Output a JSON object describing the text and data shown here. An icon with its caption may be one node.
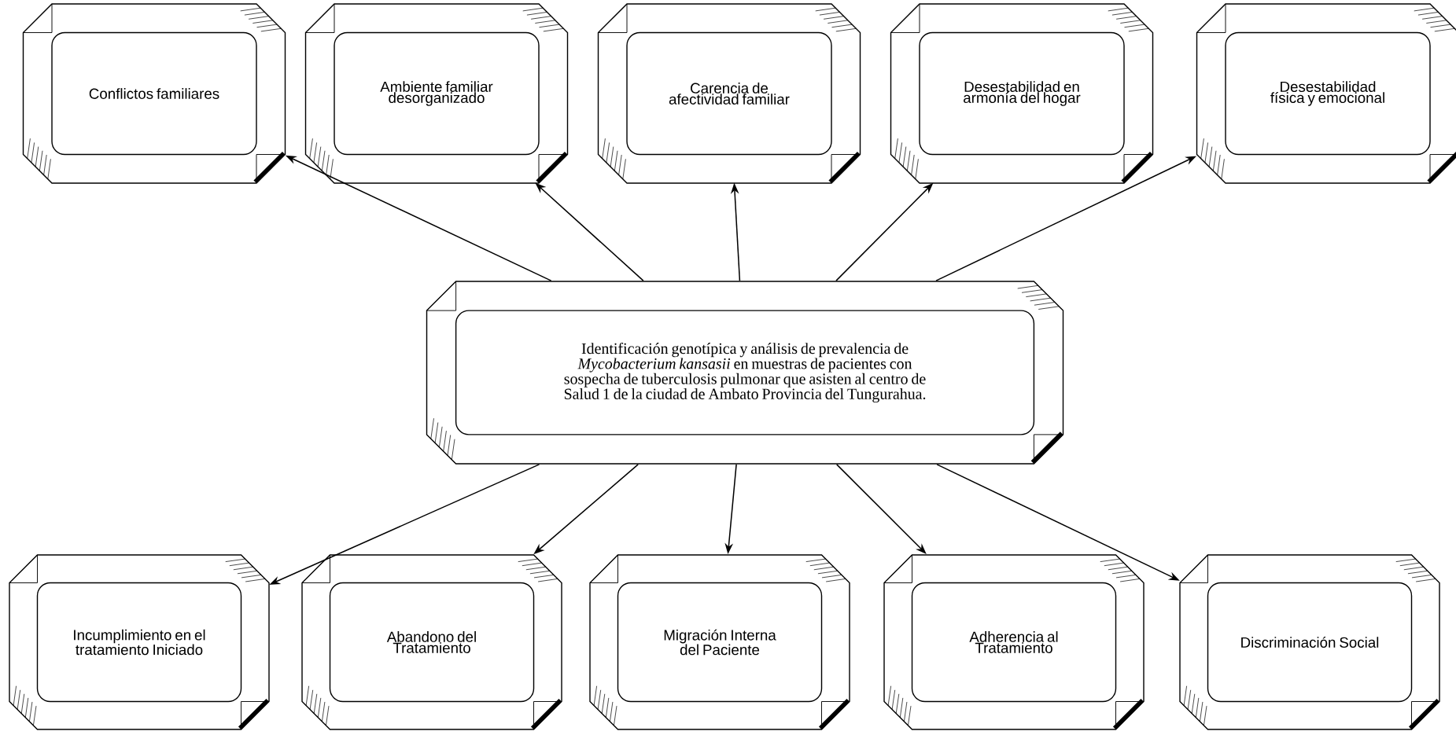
{
  "diagram": {
    "nodes": [
      {
        "text": [
          "Conflictos familiares"
        ]
      },
      {
        "text": [
          "Ambiente familiar desorganizado"
        ]
      },
      {
        "text": [
          "Carencia de afectividad familiar"
        ]
      },
      {
        "text": [
          "Desestabilidad en armonía del hogar"
        ]
      },
      {
        "text": [
          "Desestabilidad física y emocional"
        ]
      },
      {
        "text": [
          "Identificación genotípica y análisis de prevalencia de *Mycobacterium kansasii* en muestras de pacientes con sospecha de tuberculosis pulmonar que asisten al centro de Salud 1 de la ciudad de Ambato Provincia del Tungurahua."
        ]
      },
      {
        "text": [
          "Incumplimiento en el tratamiento Iniciado"
        ]
      },
      {
        "text": [
          "Abandono del Tratamiento"
        ]
      },
      {
        "text": [
          "Migración Interna del Paciente"
        ]
      },
      {
        "text": [
          "Adherencia al Tratamiento"
        ]
      },
      {
        "text": [
          "Discriminación Social"
        ]
      }
    ],
    "edges": [
      {
        "from": 5,
        "to": 0,
        "arrow": "to"
      },
      {
        "from": 5,
        "to": 1,
        "arrow": "to"
      },
      {
        "from": 5,
        "to": 2,
        "arrow": "to"
      },
      {
        "from": 5,
        "to": 3,
        "arrow": "to"
      },
      {
        "from": 5,
        "to": 4,
        "arrow": "to"
      },
      {
        "from": 5,
        "to": 6,
        "arrow": "to"
      },
      {
        "from": 5,
        "to": 7,
        "arrow": "to"
      },
      {
        "from": 5,
        "to": 8,
        "arrow": "to"
      },
      {
        "from": 5,
        "to": 9,
        "arrow": "to"
      },
      {
        "from": 5,
        "to": 10,
        "arrow": "to"
      }
    ]
  }
}
